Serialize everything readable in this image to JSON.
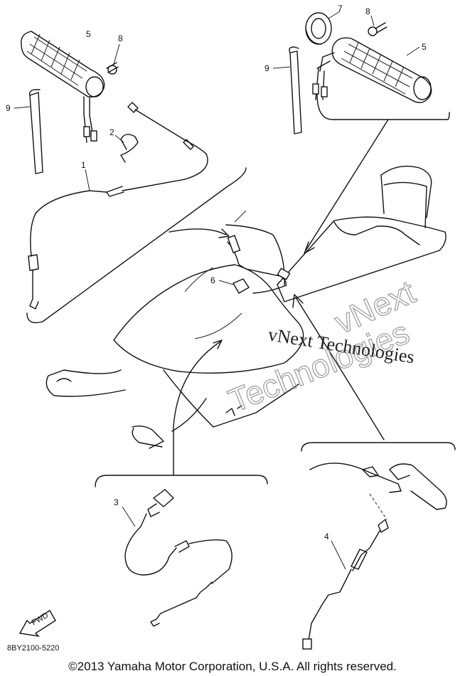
{
  "callouts": {
    "grip_left": "5",
    "screw_left": "8",
    "tie_left": "9",
    "clip": "2",
    "throttle_cable": "1",
    "ring": "7",
    "screw_right": "8",
    "tie_right": "9",
    "grip_right": "5",
    "bracket": "6",
    "choke_cable": "3",
    "brake_cable": "4"
  },
  "watermark": {
    "line1": "vNext Technologies",
    "outline_line1": "vNext",
    "outline_line2": "Technologies"
  },
  "fwd_label": "FWD",
  "part_code": "8BY2100-5220",
  "copyright": "©2013 Yamaha Motor Corporation, U.S.A. All rights reserved."
}
